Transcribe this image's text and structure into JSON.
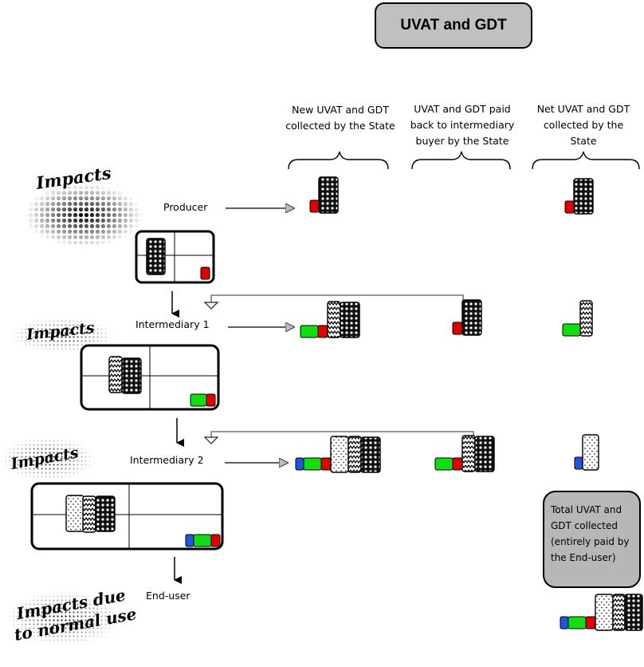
{
  "title": "UVAT and GDT",
  "columns": {
    "new_collected": [
      "New UVAT and GDT",
      "collected by the State"
    ],
    "paid_back": [
      "UVAT and GDT paid",
      "back to intermediary",
      "buyer by the State"
    ],
    "net_collected": [
      "Net UVAT and GDT",
      "collected by the",
      "State"
    ]
  },
  "stages": {
    "producer": "Producer",
    "intermediary1": "Intermediary 1",
    "intermediary2": "Intermediary 2",
    "end_user": "End-user"
  },
  "impacts": {
    "label": "Impacts",
    "final_line1": "Impacts due",
    "final_line2": "to normal use"
  },
  "total_box": {
    "text": "Total UVAT and GDT collected (entirely paid by the End-user)"
  },
  "colors": {
    "red": "#e00000",
    "green": "#11dd11",
    "blue": "#2255dd",
    "title_bg": "#c0c0c0",
    "total_bg": "#b7b7b7",
    "feedback_line": "#777777"
  },
  "icons": {
    "dots_dense": "dark-pattern-block-icon",
    "zigzag": "zigzag-pattern-block-icon",
    "dots_sparse": "sparse-dot-block-icon"
  }
}
